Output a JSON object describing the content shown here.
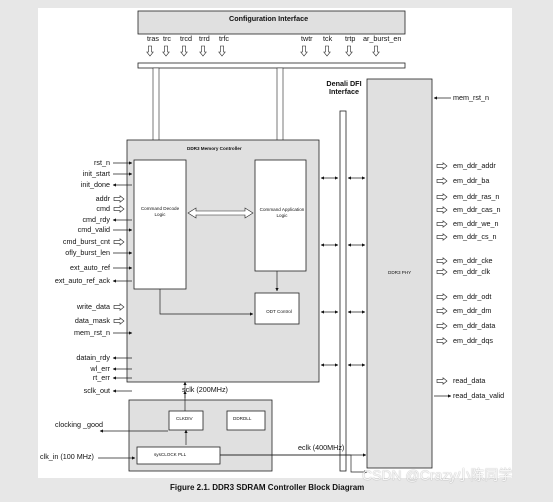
{
  "config_interface": {
    "title": "Configuration Interface",
    "params": [
      "tras",
      "trc",
      "trcd",
      "trrd",
      "trfc",
      "twtr",
      "tck",
      "trtp",
      "ar_burst_en"
    ]
  },
  "denali": {
    "title": "Denali DFI Interface"
  },
  "controller": {
    "title": "DDR3 Memory Controller",
    "command_decode": "Command Decode Logic",
    "command_application": "Command Application Logic",
    "odt_control": "ODT Control"
  },
  "phy": {
    "title": "DDR3 PHY"
  },
  "left_signals": [
    "rst_n",
    "init_start",
    "init_done",
    "addr",
    "cmd",
    "cmd_rdy",
    "cmd_valid",
    "cmd_burst_cnt",
    "ofly_burst_len",
    "ext_auto_ref",
    "ext_auto_ref_ack",
    "write_data",
    "data_mask",
    "mem_rst_n",
    "datain_rdy",
    "wl_err",
    "rt_err",
    "sclk_out"
  ],
  "right_signals": [
    "mem_rst_n",
    "em_ddr_addr",
    "em_ddr_ba",
    "em_ddr_ras_n",
    "em_ddr_cas_n",
    "em_ddr_we_n",
    "em_ddr_cs_n",
    "em_ddr_cke",
    "em_ddr_clk",
    "em_ddr_odt",
    "em_ddr_dm",
    "em_ddr_data",
    "em_ddr_dqs",
    "read_data",
    "read_data_valid"
  ],
  "clock": {
    "sclk": "sclk (200MHz)",
    "clocking_good": "clocking _good",
    "clk_in": "clk_in (100 MHz)",
    "clkdiv": "CLKDIV",
    "ddrdll": "DDRDLL",
    "pll": "sysCLOCK PLL",
    "eclk": "eclk (400MHz)"
  },
  "caption": "Figure 2.1. DDR3 SDRAM Controller Block Diagram",
  "watermark": "CSDN @Crazy小陈同学"
}
